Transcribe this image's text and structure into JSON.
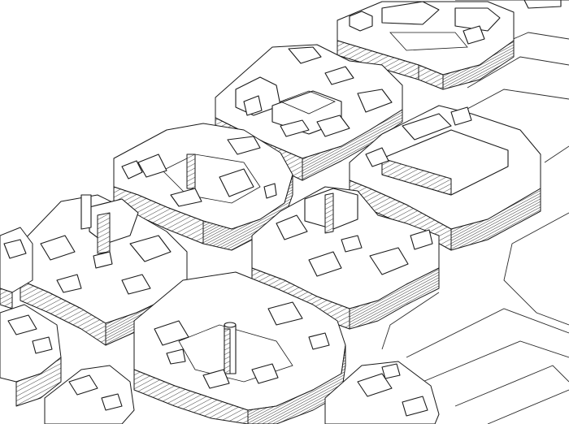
{
  "image": {
    "style": "pen-and-ink isometric sketch",
    "colors": {
      "ink": "#1a1a1a",
      "paper": "#ffffff"
    }
  },
  "city_blocks": [
    {
      "id": "block-far-top"
    },
    {
      "id": "block-upper-middle"
    },
    {
      "id": "block-central-courtyard"
    },
    {
      "id": "block-plain-courtyard"
    },
    {
      "id": "block-left"
    },
    {
      "id": "block-center-right"
    },
    {
      "id": "block-front-chimney"
    },
    {
      "id": "block-front-left"
    },
    {
      "id": "block-bottom-left"
    },
    {
      "id": "block-bottom-right"
    }
  ]
}
